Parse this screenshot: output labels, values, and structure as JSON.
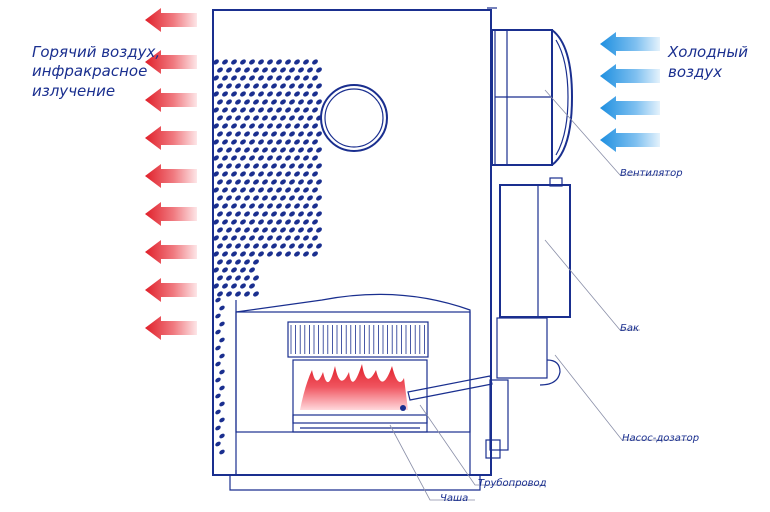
{
  "labels": {
    "hot_line1": "Горячий воздух,",
    "hot_line2": "инфракрасное",
    "hot_line3": "излучение",
    "cold_line1": "Холодный",
    "cold_line2": "воздух",
    "fan": "Вентилятор",
    "tank": "Бак",
    "pump": "Насос-дозатор",
    "pipe": "Трубопровод",
    "bowl": "Чаша"
  },
  "colors": {
    "outline": "#1a2f8f",
    "hot_arrow": "#e0202a",
    "cold_arrow": "#1e8fe0",
    "flame": "#f0303a"
  },
  "icons": {
    "hot_arrow": "arrow-left-red",
    "cold_arrow": "arrow-left-blue"
  }
}
